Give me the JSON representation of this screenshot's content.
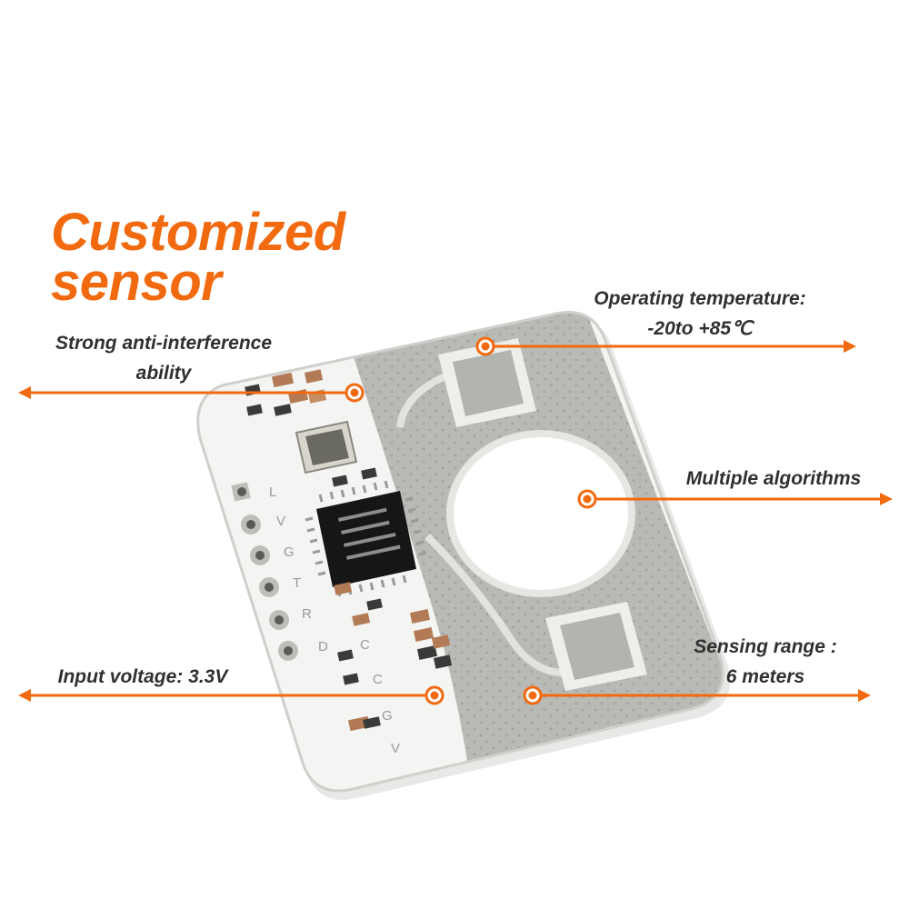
{
  "headline": {
    "line1": "Customized",
    "line2": "sensor"
  },
  "callouts": {
    "temperature": {
      "line1": "Operating temperature:",
      "line2": "-20to +85℃"
    },
    "anti_interference": {
      "line1": "Strong anti-interference",
      "line2": "ability"
    },
    "algorithms": {
      "line1": "Multiple algorithms"
    },
    "sensing_range": {
      "line1": "Sensing range :",
      "line2": "6 meters"
    },
    "input_voltage": {
      "line1": "Input voltage: 3.3V"
    }
  },
  "pin_labels": [
    "L",
    "V",
    "G",
    "T",
    "R",
    "D",
    "C",
    "C",
    "G",
    "V"
  ],
  "colors": {
    "accent": "#f26a0f",
    "text": "#303030",
    "board_white": "#f4f4f2",
    "antenna_silver": "#b9bab6"
  }
}
